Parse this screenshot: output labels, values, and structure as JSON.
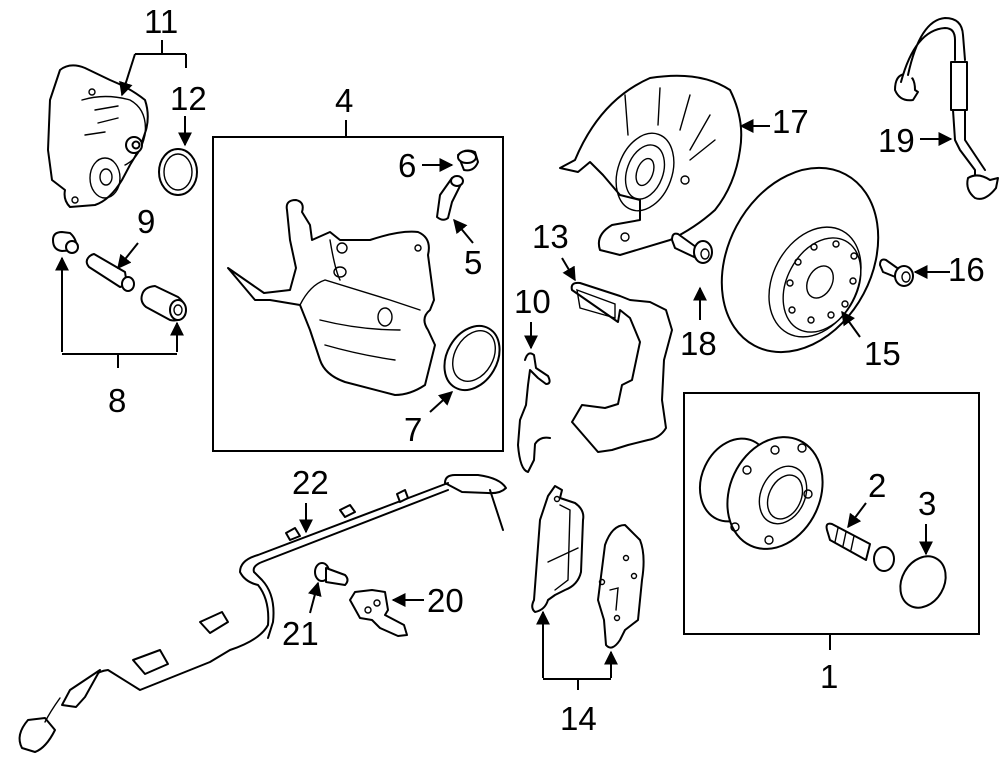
{
  "diagram": {
    "title": "Rear brake components exploded view",
    "line_color": "#000000",
    "background": "#ffffff",
    "callouts": [
      {
        "id": "1",
        "text": "1",
        "part": "hub-and-bearing-assembly"
      },
      {
        "id": "2",
        "text": "2",
        "part": "hub-bolt"
      },
      {
        "id": "3",
        "text": "3",
        "part": "hub-cap"
      },
      {
        "id": "4",
        "text": "4",
        "part": "caliper-assembly"
      },
      {
        "id": "5",
        "text": "5",
        "part": "bleeder-screw"
      },
      {
        "id": "6",
        "text": "6",
        "part": "bleeder-cap"
      },
      {
        "id": "7",
        "text": "7",
        "part": "piston-seal"
      },
      {
        "id": "8",
        "text": "8",
        "part": "guide-pin-boots"
      },
      {
        "id": "9",
        "text": "9",
        "part": "guide-pin"
      },
      {
        "id": "10",
        "text": "10",
        "part": "anti-rattle-spring"
      },
      {
        "id": "11",
        "text": "11",
        "part": "parking-brake-motor"
      },
      {
        "id": "12",
        "text": "12",
        "part": "motor-o-ring"
      },
      {
        "id": "13",
        "text": "13",
        "part": "caliper-support"
      },
      {
        "id": "14",
        "text": "14",
        "part": "brake-pads"
      },
      {
        "id": "15",
        "text": "15",
        "part": "brake-rotor"
      },
      {
        "id": "16",
        "text": "16",
        "part": "rotor-screw"
      },
      {
        "id": "17",
        "text": "17",
        "part": "splash-shield"
      },
      {
        "id": "18",
        "text": "18",
        "part": "shield-bolt"
      },
      {
        "id": "19",
        "text": "19",
        "part": "brake-hose"
      },
      {
        "id": "20",
        "text": "20",
        "part": "sensor-bracket"
      },
      {
        "id": "21",
        "text": "21",
        "part": "bracket-bolt"
      },
      {
        "id": "22",
        "text": "22",
        "part": "abs-wheel-speed-sensor"
      }
    ]
  }
}
